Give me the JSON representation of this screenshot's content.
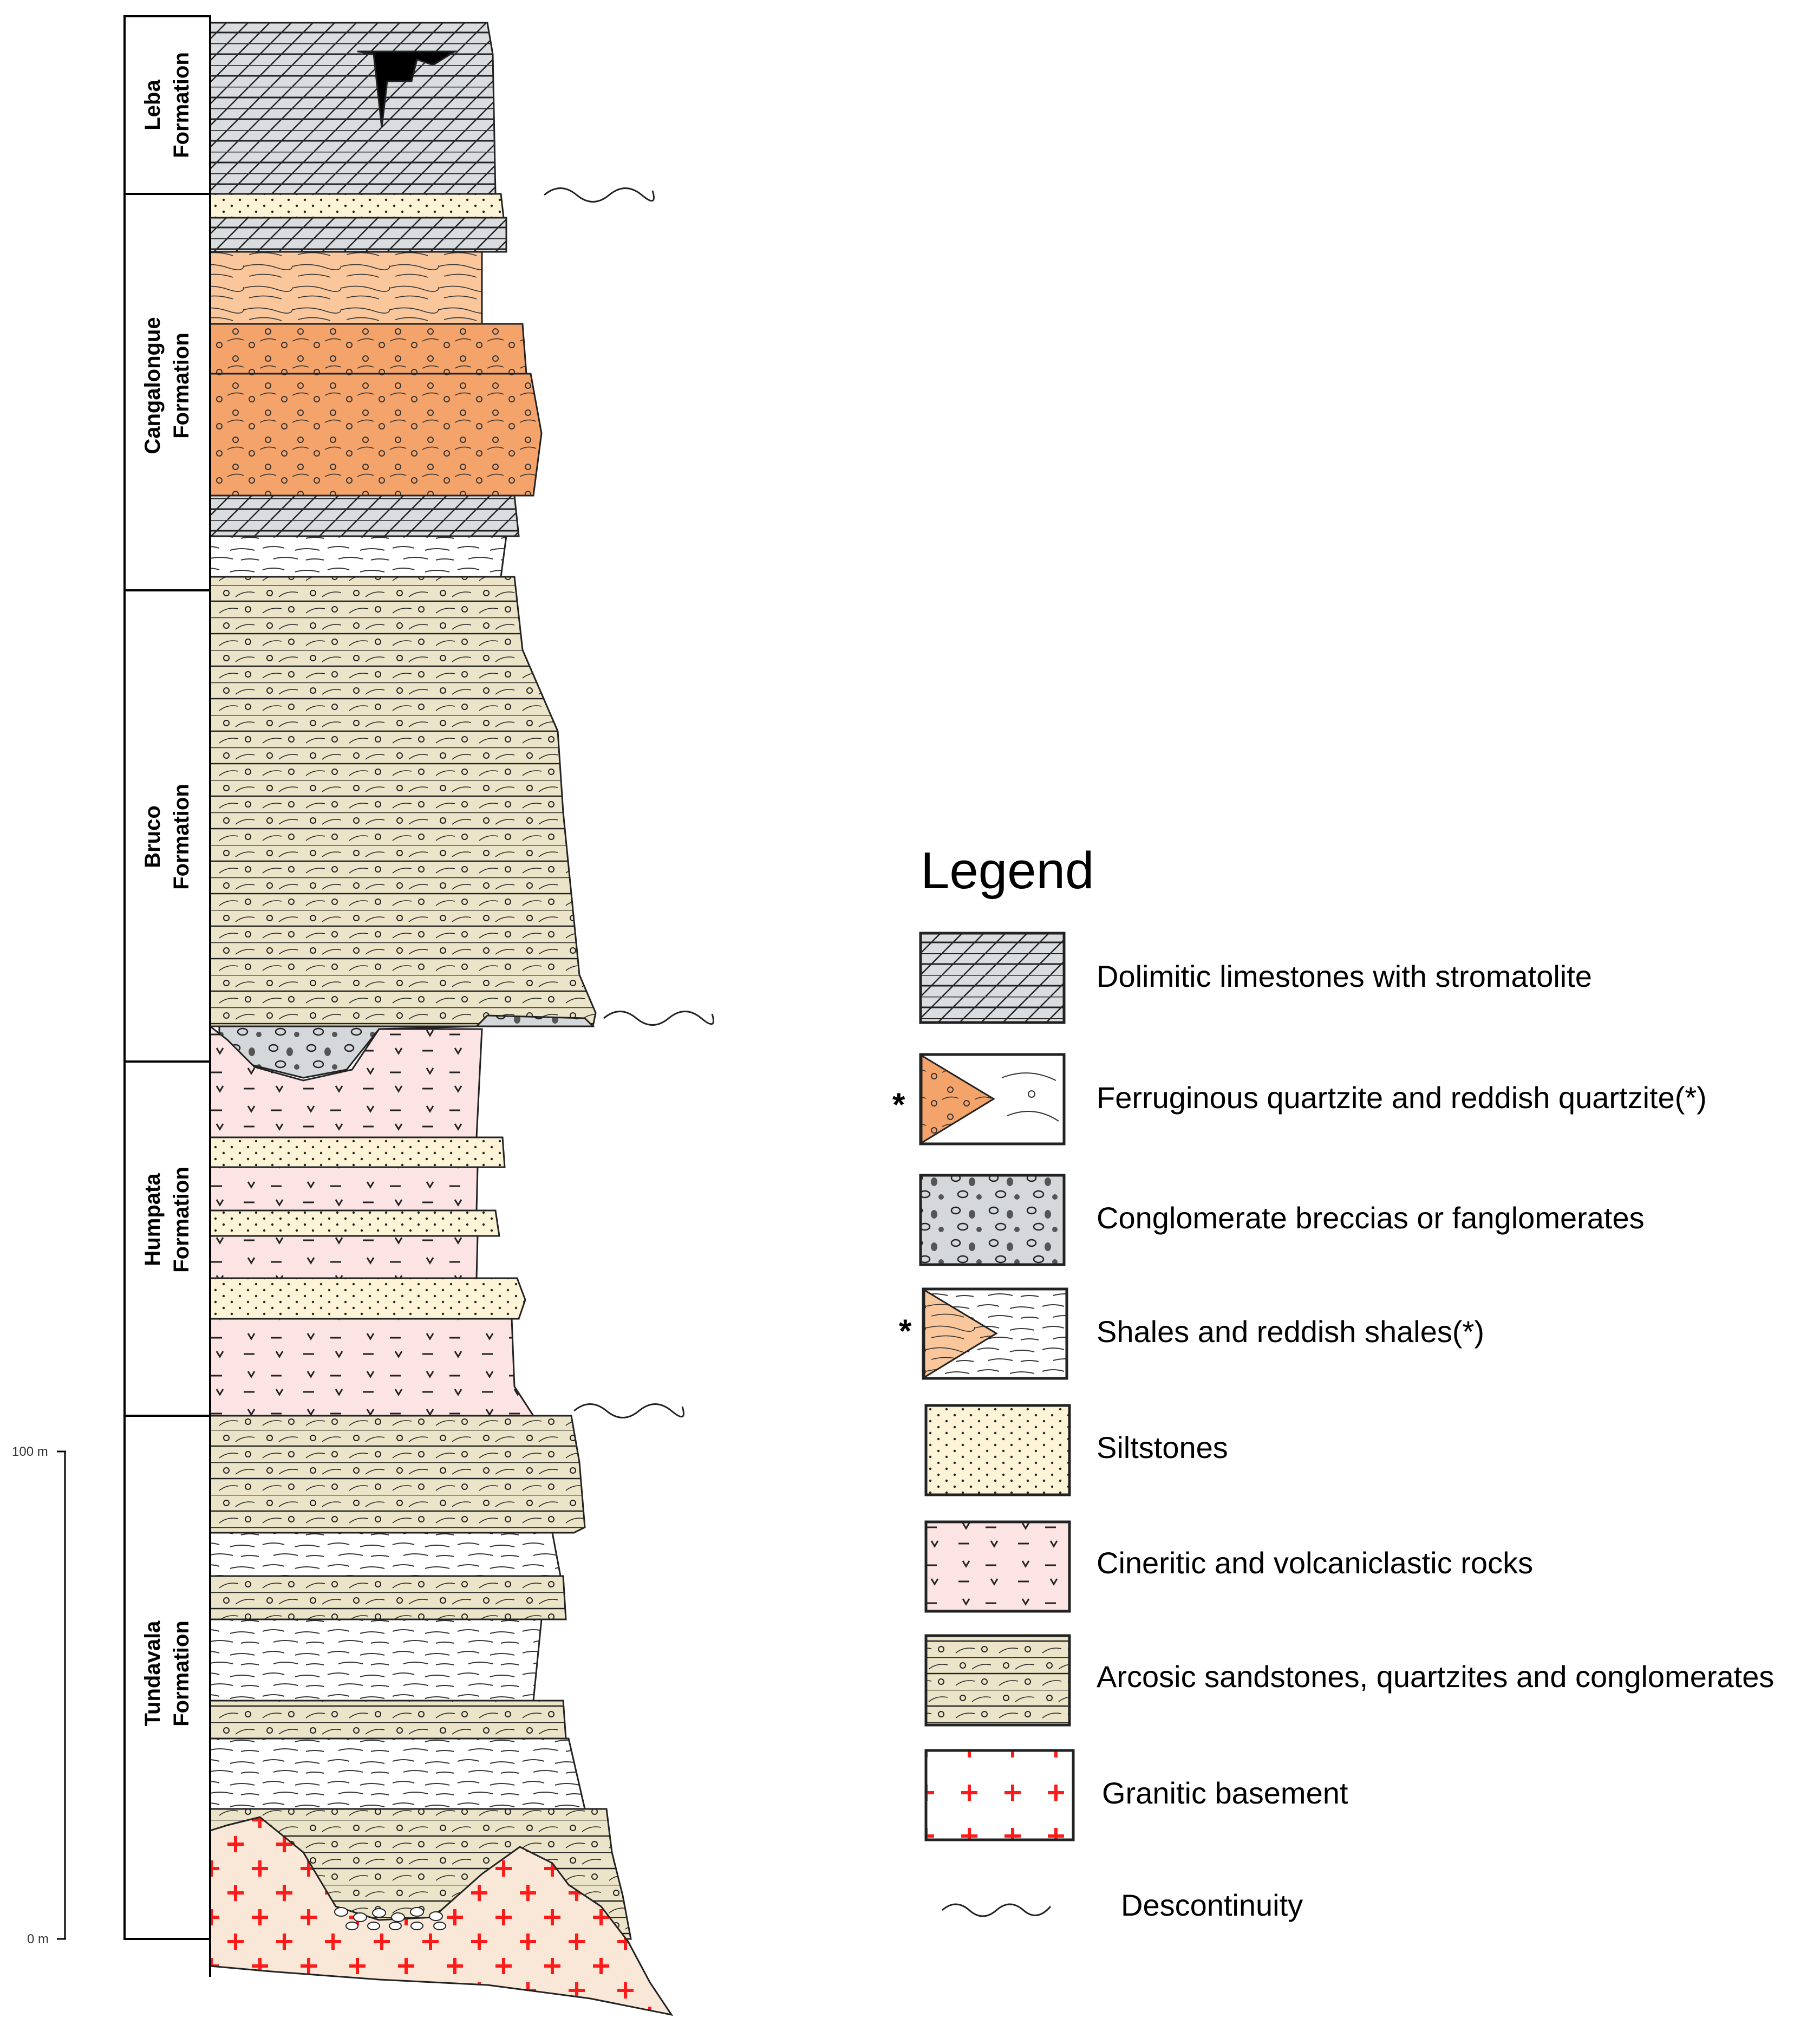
{
  "formations": [
    {
      "id": "leba",
      "line1": "Leba",
      "line2": "Formation"
    },
    {
      "id": "cangalongue",
      "line1": "Cangalongue",
      "line2": "Formation"
    },
    {
      "id": "bruco",
      "line1": "Bruco",
      "line2": "Formation"
    },
    {
      "id": "humpata",
      "line1": "Humpata",
      "line2": "Formation"
    },
    {
      "id": "tundavala",
      "line1": "Tundavala",
      "line2": "Formation"
    }
  ],
  "scale": {
    "top_label": "100 m",
    "bottom_label": "0 m"
  },
  "legend": {
    "title": "Legend",
    "items": [
      {
        "key": "limestone",
        "label": "Dolimitic limestones with stromatolite",
        "marker": ""
      },
      {
        "key": "quartzite",
        "label": "Ferruginous quartzite and reddish quartzite(*)",
        "marker": "*"
      },
      {
        "key": "breccia",
        "label": "Conglomerate breccias or fanglomerates",
        "marker": ""
      },
      {
        "key": "shale",
        "label": "Shales and reddish shales(*)",
        "marker": "*"
      },
      {
        "key": "siltstone",
        "label": "Siltstones",
        "marker": ""
      },
      {
        "key": "volcanic",
        "label": "Cineritic and volcaniclastic rocks",
        "marker": ""
      },
      {
        "key": "arcosic",
        "label": "Arcosic sandstones, quartzites and conglomerates",
        "marker": ""
      },
      {
        "key": "granite",
        "label": "Granitic basement",
        "marker": ""
      }
    ],
    "discontinuity_label": "Descontinuity"
  },
  "colors": {
    "limestone": "#d9dde0",
    "quartzite": "#f4a46b",
    "quartzite_light": "#f9c79b",
    "breccia": "#d5d8db",
    "shale": "#ffffff",
    "shale_red": "#f6c08e",
    "siltstone": "#fdf3d6",
    "volcanic": "#fce4e4",
    "arcosic": "#ece4c8",
    "granite_fill": "#f9e8d8",
    "granite_cross": "#ff1a1a"
  }
}
